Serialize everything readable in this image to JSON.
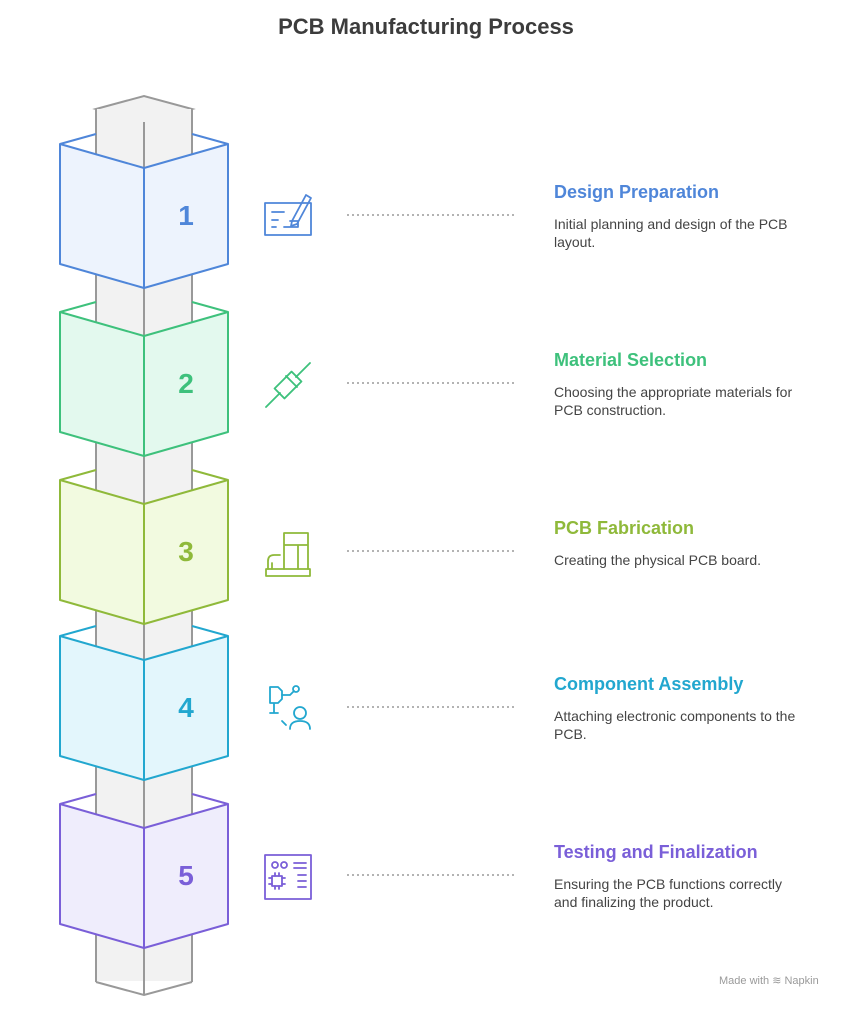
{
  "title": "PCB Manufacturing Process",
  "steps": [
    {
      "number": "1",
      "title": "Design Preparation",
      "description": "Initial planning and design of the PCB layout.",
      "color": "#4f86d9",
      "fill": "#edf3fd",
      "icon": "blueprint-pencil-icon"
    },
    {
      "number": "2",
      "title": "Material Selection",
      "description": "Choosing the appropriate materials for PCB construction.",
      "color": "#3ec17c",
      "fill": "#e3f9ee",
      "icon": "resistor-component-icon"
    },
    {
      "number": "3",
      "title": "PCB Fabrication",
      "description": "Creating the physical PCB board.",
      "color": "#8fb93a",
      "fill": "#f2fae0",
      "icon": "factory-machine-icon"
    },
    {
      "number": "4",
      "title": "Component Assembly",
      "description": "Attaching electronic components to the PCB.",
      "color": "#22a7cf",
      "fill": "#e3f6fc",
      "icon": "robotic-arm-worker-icon"
    },
    {
      "number": "5",
      "title": "Testing and Finalization",
      "description": "Ensuring the PCB functions correctly and finalizing the product.",
      "color": "#7a5fd8",
      "fill": "#efedfc",
      "icon": "chip-checklist-icon"
    }
  ],
  "watermark": {
    "prefix": "Made with",
    "brand": "Napkin"
  }
}
